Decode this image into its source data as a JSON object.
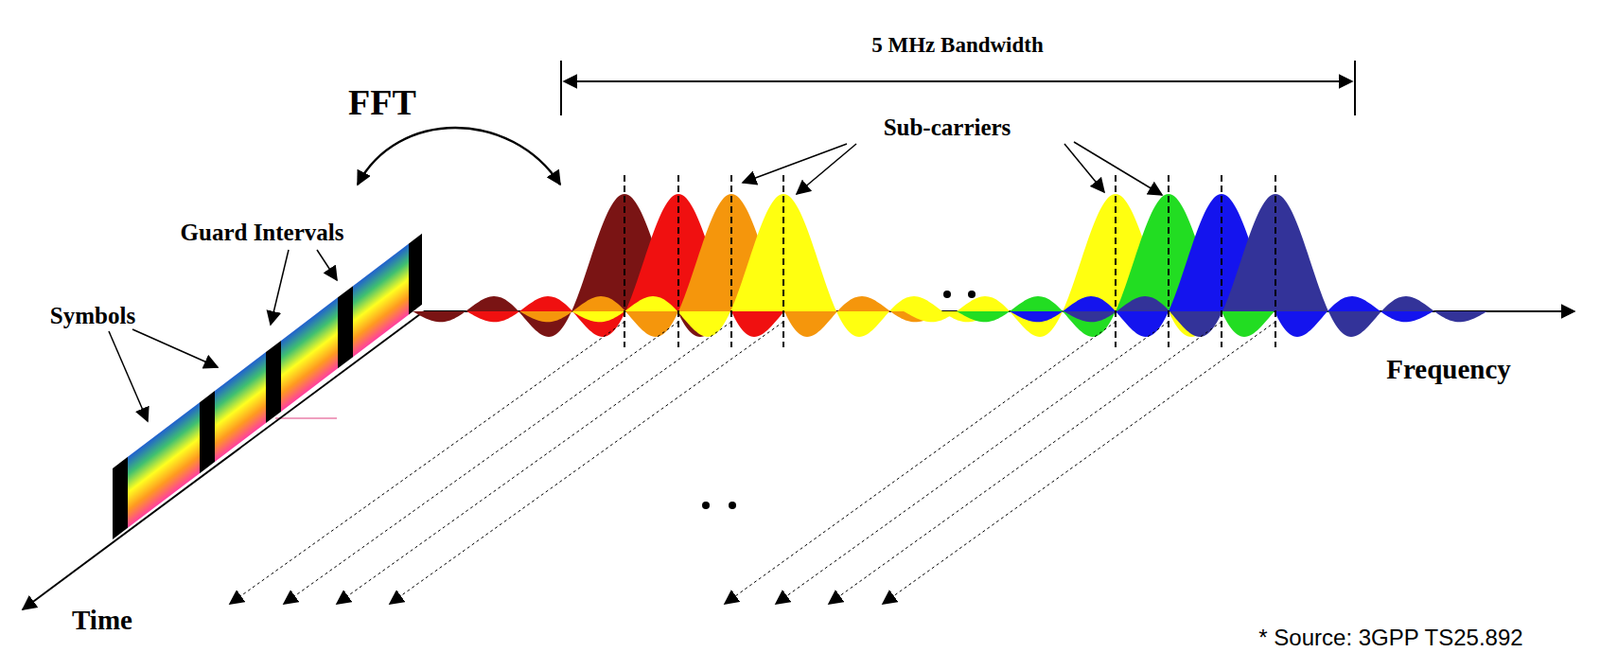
{
  "diagram": {
    "labels": [
      "5 MHz Bandwidth",
      "FFT",
      "Sub-carriers",
      "Guard Intervals",
      "Symbols",
      "Frequency",
      "Time",
      "* Source: 3GPP TS25.892"
    ]
  }
}
